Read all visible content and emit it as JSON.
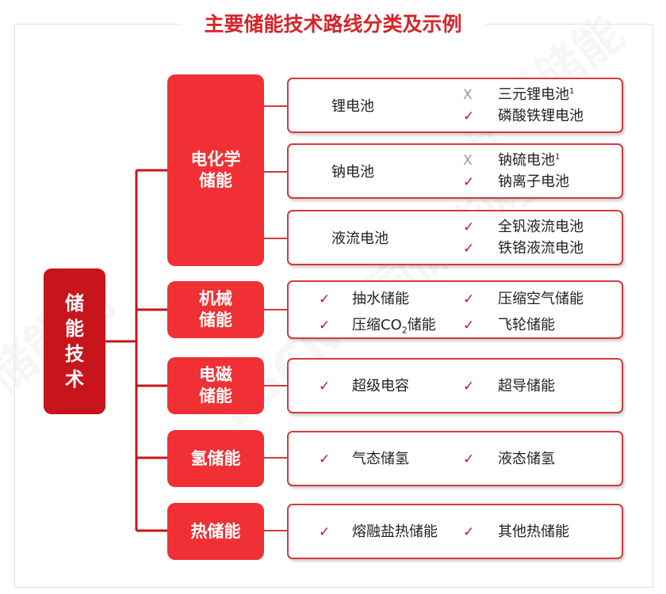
{
  "title": "主要储能技术路线分类及示例",
  "root": {
    "chars": [
      "储",
      "能",
      "技",
      "术"
    ]
  },
  "categories": {
    "electrochemical": {
      "line1": "电化学",
      "line2": "储能"
    },
    "mechanical": {
      "line1": "机械",
      "line2": "储能"
    },
    "electromagnetic": {
      "line1": "电磁",
      "line2": "储能"
    },
    "hydrogen": {
      "line1": "氢储能"
    },
    "thermal": {
      "line1": "热储能"
    }
  },
  "lithium": {
    "name": "锂电池",
    "items": [
      {
        "mark": "X",
        "text": "三元锂电池",
        "note": "1"
      },
      {
        "mark": "✓",
        "text": "磷酸铁锂电池"
      }
    ]
  },
  "sodium": {
    "name": "钠电池",
    "items": [
      {
        "mark": "X",
        "text": "钠硫电池",
        "note": "1"
      },
      {
        "mark": "✓",
        "text": "钠离子电池"
      }
    ]
  },
  "flow": {
    "name": "液流电池",
    "items": [
      {
        "mark": "✓",
        "text": "全钒液流电池"
      },
      {
        "mark": "✓",
        "text": "铁铬液流电池"
      }
    ]
  },
  "mechanical_items": [
    {
      "mark": "✓",
      "text": "抽水储能"
    },
    {
      "mark": "✓",
      "text": "压缩空气储能"
    },
    {
      "mark": "✓",
      "text_before": "压缩CO",
      "text_sub": "2",
      "text_after": "储能"
    },
    {
      "mark": "✓",
      "text": "飞轮储能"
    }
  ],
  "electromagnetic_items": [
    {
      "mark": "✓",
      "text": "超级电容"
    },
    {
      "mark": "✓",
      "text": "超导储能"
    }
  ],
  "hydrogen_items": [
    {
      "mark": "✓",
      "text": "气态储氢"
    },
    {
      "mark": "✓",
      "text": "液态储氢"
    }
  ],
  "thermal_items": [
    {
      "mark": "✓",
      "text": "熔融盐热储能"
    },
    {
      "mark": "✓",
      "text": "其他热储能"
    }
  ],
  "watermark": {
    "text": "ESCN中国储能网",
    "fragment_a": "储能网",
    "fragment_b": "中国储能"
  },
  "colors": {
    "root": "#c8141b",
    "category": "#f03034",
    "border": "#d23a3e",
    "title": "#d4252a",
    "check": "#c8141b",
    "cross": "#9a9a9a"
  }
}
